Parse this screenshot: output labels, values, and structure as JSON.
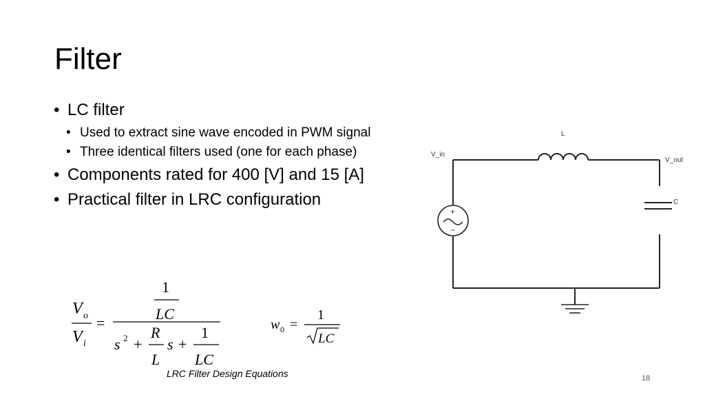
{
  "slide": {
    "title": "Filter",
    "page_number": "18",
    "caption": "LRC Filter Design Equations"
  },
  "bullets": {
    "lc_filter": "LC filter",
    "sub1": "Used to extract sine wave encoded in PWM signal",
    "sub2": "Three identical filters used (one for each phase)",
    "components": "Components rated for 400 [V] and 15 [A]",
    "practical": "Practical filter in LRC configuration"
  },
  "circuit": {
    "label_inductor": "L",
    "label_capacitor": "C",
    "label_vin": "V_in",
    "label_vout": "V_out",
    "source_plus": "+",
    "source_minus": "−"
  },
  "equations": {
    "transfer": {
      "lhs_num": "V",
      "lhs_num_sub": "o",
      "lhs_den": "V",
      "lhs_den_sub": "i",
      "equals": "=",
      "rhs_num_num": "1",
      "rhs_num_den": "LC",
      "rhs_den_s": "s",
      "rhs_den_exp": "2",
      "plus1": "+",
      "r_num": "R",
      "r_den": "L",
      "s_term": "s",
      "plus2": "+",
      "one_num": "1",
      "one_den": "LC"
    },
    "resonance": {
      "w": "w",
      "w_sub": "0",
      "equals": "=",
      "num": "1",
      "den": "LC"
    }
  }
}
